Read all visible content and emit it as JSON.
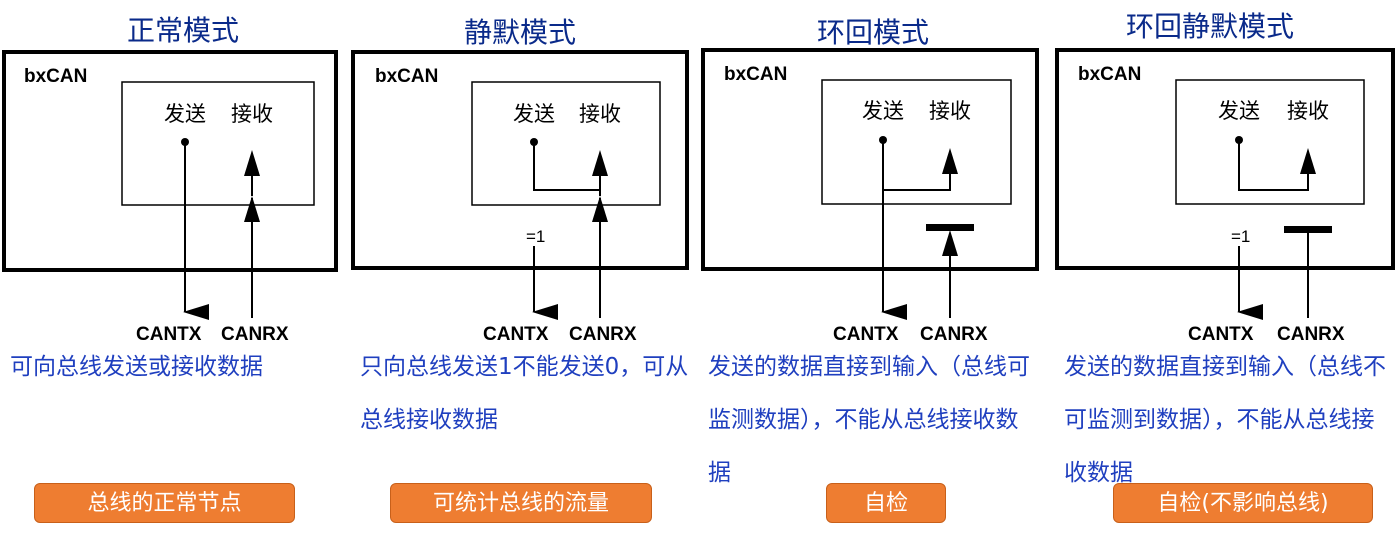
{
  "panels": [
    {
      "title": "正常模式",
      "block": "bxCAN",
      "tx": "发送",
      "rx": "接收",
      "tx_pin": "CANTX",
      "rx_pin": "CANRX",
      "description": "可向总线发送或接收数据",
      "tag": "总线的正常节点"
    },
    {
      "title": "静默模式",
      "block": "bxCAN",
      "tx": "发送",
      "rx": "接收",
      "eq": "=1",
      "tx_pin": "CANTX",
      "rx_pin": "CANRX",
      "description": "只向总线发送1不能发送0，可从总线接收数据",
      "tag": "可统计总线的流量"
    },
    {
      "title": "环回模式",
      "block": "bxCAN",
      "tx": "发送",
      "rx": "接收",
      "tx_pin": "CANTX",
      "rx_pin": "CANRX",
      "description": "发送的数据直接到输入（总线可监测数据），不能从总线接收数据",
      "tag": "自检"
    },
    {
      "title": "环回静默模式",
      "block": "bxCAN",
      "tx": "发送",
      "rx": "接收",
      "eq": "=1",
      "tx_pin": "CANTX",
      "rx_pin": "CANRX",
      "description": "发送的数据直接到输入（总线不可监测到数据），不能从总线接收数据",
      "tag": "自检(不影响总线)"
    }
  ]
}
